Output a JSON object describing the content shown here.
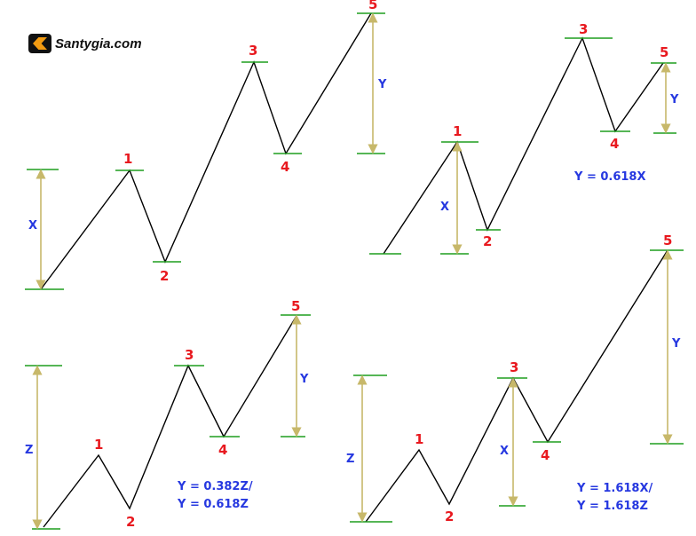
{
  "logo": {
    "text": "Santygia.com",
    "icon": "brand-logo-icon"
  },
  "colors": {
    "wave_line": "#000000",
    "level_line": "#1f9e1f",
    "arrow": "#c7b86a",
    "wave_label": "#e8191f",
    "measure_label": "#2638e0"
  },
  "wave_labels": [
    "1",
    "2",
    "3",
    "4",
    "5"
  ],
  "panels": [
    {
      "measure_labels": [
        "X",
        "Y"
      ],
      "formula_lines": []
    },
    {
      "measure_labels": [
        "X",
        "Y"
      ],
      "formula_lines": [
        "Y = 0.618X"
      ]
    },
    {
      "measure_labels": [
        "Z",
        "Y"
      ],
      "formula_lines": [
        "Y = 0.382Z/",
        "Y = 0.618Z"
      ]
    },
    {
      "measure_labels": [
        "Z",
        "X",
        "Y"
      ],
      "formula_lines": [
        "Y = 1.618X/",
        "Y = 1.618Z"
      ]
    }
  ]
}
